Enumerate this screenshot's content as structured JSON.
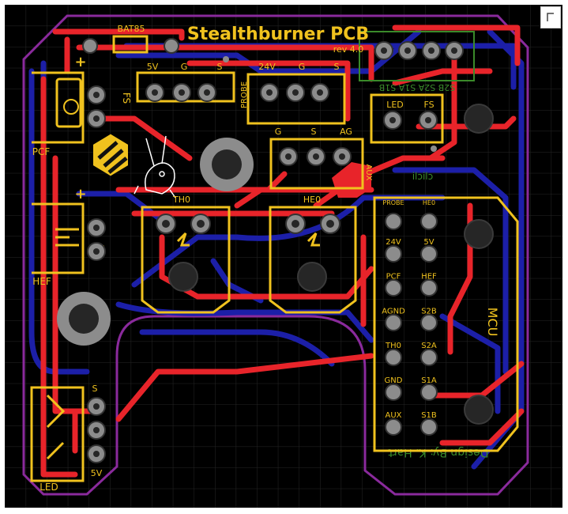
{
  "board": {
    "title": "Stealthburner PCB",
    "revision": "rev 4.0",
    "designer": "Design By: K. Hart",
    "mcu_label": "MCU",
    "aux_label": "AUX",
    "mirrored_text": "clicli"
  },
  "labels": {
    "bat85": "BAT85",
    "fs_side": "FS",
    "pcf": "PCF",
    "plus": "+",
    "hef": "HEF",
    "led_bottom": "LED",
    "s_bottom": "S",
    "v5_bottom": "5V",
    "h5v": "5V",
    "hg1": "G",
    "hs1": "S",
    "probe_vertical": "PROBE",
    "h24v": "24V",
    "hg2": "G",
    "hs2": "S",
    "ag_g": "G",
    "ag_s": "S",
    "ag_ag": "AG",
    "th0": "TH0",
    "he0": "HE0",
    "led_top": "LED",
    "fs_top": "FS",
    "silk_top_right": "S2B S2A S1A S1B"
  },
  "mcu_pins_left": [
    "PROBE",
    "24V",
    "PCF",
    "AGND",
    "TH0",
    "GND",
    "AUX"
  ],
  "mcu_pins_right": [
    "HE0",
    "5V",
    "HEF",
    "S2B",
    "S2A",
    "S1A",
    "S1B"
  ],
  "colors": {
    "background": "#000000",
    "grid": "#262626",
    "outline": "#8a2a9c",
    "top_copper": "#e8242a",
    "bottom_copper": "#1c1fa8",
    "silkscreen": "#f0c21e",
    "bottom_silk": "#3a8a2a",
    "pad": "#8c8c8c",
    "hole": "#262626"
  }
}
